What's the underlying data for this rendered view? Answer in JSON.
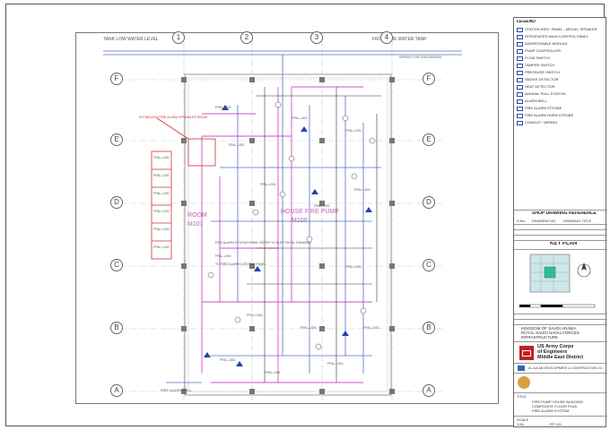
{
  "drawing": {
    "top_labels": [
      "TANK LOW WATER LEVEL",
      "FROM FIRE WATER TANK"
    ],
    "right_label_top": "SPRAY FOR DISCHARGE",
    "bottom_label": "FIRE ALARM BELL",
    "room_name": "HOUSE FIRE PUMP",
    "room_no": "M100",
    "room_name_2": "ROOM",
    "room_no_2": "M101",
    "note_1": "EXTINGUISH FIRE ALARM SPRINKLER ROOM",
    "note_2": "FIRE ALARM SYSTEM PANEL REFER TO ELECTRICAL DRAWING",
    "note_3": "TO FIRE ALARM CONTROL PANEL",
    "grid_cols": [
      "1",
      "2",
      "3",
      "4"
    ],
    "grid_rows": [
      "F",
      "E",
      "D",
      "C",
      "B",
      "A"
    ],
    "tag": "FPAL-LS01"
  },
  "titleblock": {
    "legend_title": "LEGEND",
    "legend_items": [
      "STATION INFO. PANEL - MEDIA / SPEAKER",
      "INTEGRATED MAIN CONTROL PANEL",
      "ADDRESSABLE MODULE",
      "PUMP CONTROLLER",
      "FLOW SWITCH",
      "TAMPER SWITCH",
      "PRESSURE SWITCH",
      "SMOKE DETECTOR",
      "HEAT DETECTOR",
      "MANUAL PULL STATION",
      "ALARM BELL",
      "FIRE ALARM STROBE",
      "FIRE ALARM HORN STROBE",
      "CONDUIT / WIRING"
    ],
    "shop_ref_title": "SHOP DRAWING REFERENCE",
    "shop_ref_cols": [
      "S.No.",
      "DRAWING NO.",
      "DRAWING TITLE"
    ],
    "key_plan": "KEY PLAN",
    "client_1": "KINGDOM OF SAUDI ARABIA",
    "client_2": "ROYAL SAUDI NAVAL FORCES",
    "client_3": "INFRASTRUCTURE",
    "org_1": "US Army Corps",
    "org_2": "of Engineers",
    "org_3": "Middle East District",
    "contractor": "AL-AJLAN DEVELOPMENT & CONSTRUCTION CO.",
    "title_label": "TITLE",
    "title_1": "FIRE PUMP HOUSE BUILDING",
    "title_2": "COMPOSITE FLOOR PLAN",
    "title_3": "FIRE ALARM SYSTEM",
    "scale_label": "SCALE",
    "scale_value": "1:50",
    "sheet_no": "FP-101"
  }
}
